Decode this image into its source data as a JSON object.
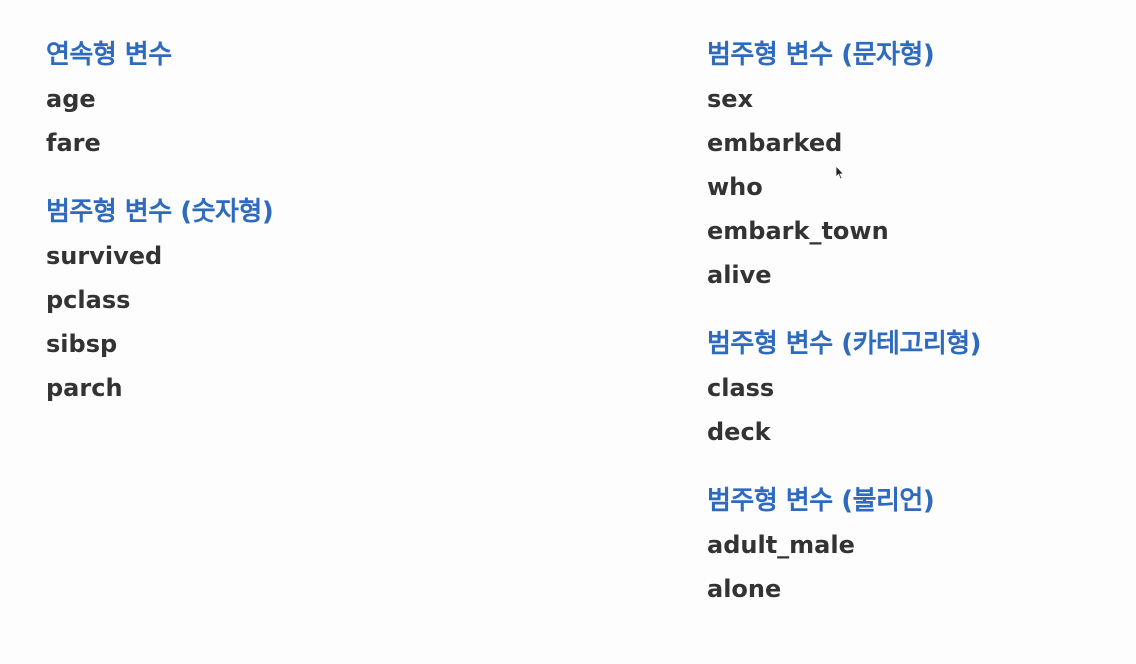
{
  "left_column": {
    "sections": [
      {
        "title": "연속형 변수",
        "items": [
          "age",
          "fare"
        ]
      },
      {
        "title": "범주형 변수 (숫자형)",
        "items": [
          "survived",
          "pclass",
          "sibsp",
          "parch"
        ]
      }
    ]
  },
  "right_column": {
    "sections": [
      {
        "title": "범주형 변수 (문자형)",
        "items": [
          "sex",
          "embarked",
          "who",
          "embark_town",
          "alive"
        ]
      },
      {
        "title": "범주형 변수 (카테고리형)",
        "items": [
          "class",
          "deck"
        ]
      },
      {
        "title": "범주형 변수 (불리언)",
        "items": [
          "adult_male",
          "alone"
        ]
      }
    ]
  },
  "colors": {
    "heading": "#2e6bbf",
    "body_text": "#333333",
    "background": "#fdfdfd"
  },
  "icons": {
    "cursor": "mouse-pointer-icon"
  }
}
